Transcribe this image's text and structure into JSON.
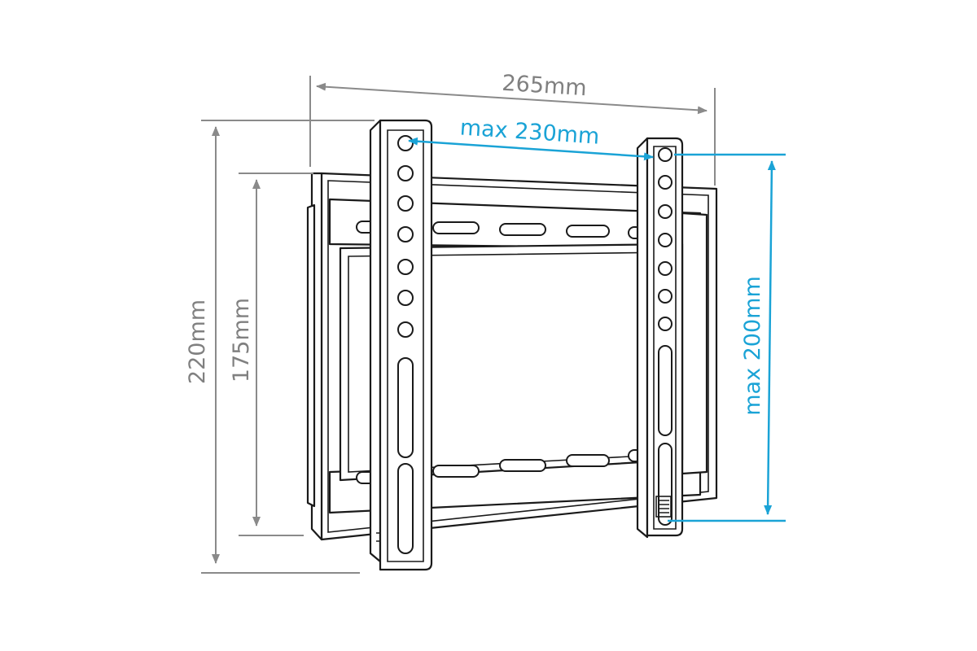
{
  "dimensions": {
    "overall_width": "265mm",
    "overall_height": "220mm",
    "frame_height": "175mm",
    "max_horizontal": "max 230mm",
    "max_vertical": "max 200mm"
  },
  "colors": {
    "dimension_gray": "#808080",
    "dimension_blue": "#1aa3d6",
    "outline": "#1a1a1a"
  }
}
